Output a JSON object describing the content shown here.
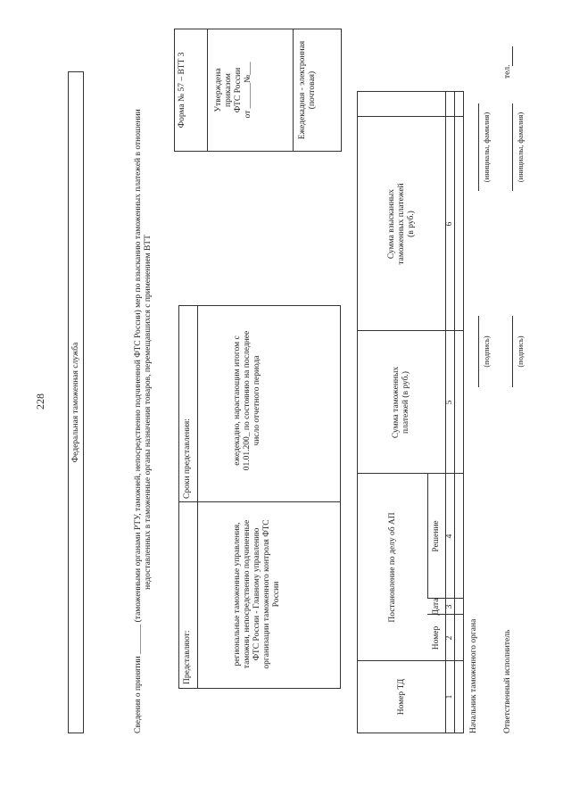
{
  "page_number": "228",
  "agency": "Федеральная таможенная служба",
  "form": {
    "number": "Форма № 57 – ВТТ 3",
    "approval": [
      "Утверждена",
      "приказом",
      "ФТС России",
      "от ______№___"
    ],
    "frequency": "Ежедекадная - электронная (почтовая)"
  },
  "title": {
    "line1": "Сведения о принятии _______ (таможенными органами РТУ, таможней, непосредственно подчиненной ФТС России) мер по взысканию таможенных платежей в отношении",
    "line2": "недоставленных в таможенные органы назначения товаров, перемещавшихся с применением ВТТ"
  },
  "submission": {
    "presenters_label": "Представляют:",
    "presenters_text": "региональные таможенные управления, таможни, непосредственно подчиненные ФТС России - Главному управлению организации таможенного контроля ФТС России",
    "deadlines_label": "Сроки представления:",
    "deadlines_text": "ежедекадно, нарастающим итогом с 01.01.200_ по состоянию на последнее число отчетного периода"
  },
  "table": {
    "headers": {
      "td_number": "Номер ТД",
      "ap_resolution": "Постановление по делу об АП",
      "number": "Номер",
      "date": "Дата",
      "decision": "Решение",
      "sum_payments": "Сумма таможенных платежей (в руб.)",
      "sum_collected": "Сумма взысканных таможенных платежей (в руб.)"
    },
    "column_numbers": [
      "1",
      "2",
      "3",
      "4",
      "5",
      "6"
    ]
  },
  "signatures": {
    "head_label": "Начальник таможенного органа",
    "executor_label": "Ответственный исполнитель",
    "signature_caption": "(подпись)",
    "initials_caption": "(инициалы, фамилия)",
    "phone_label": "тел."
  }
}
